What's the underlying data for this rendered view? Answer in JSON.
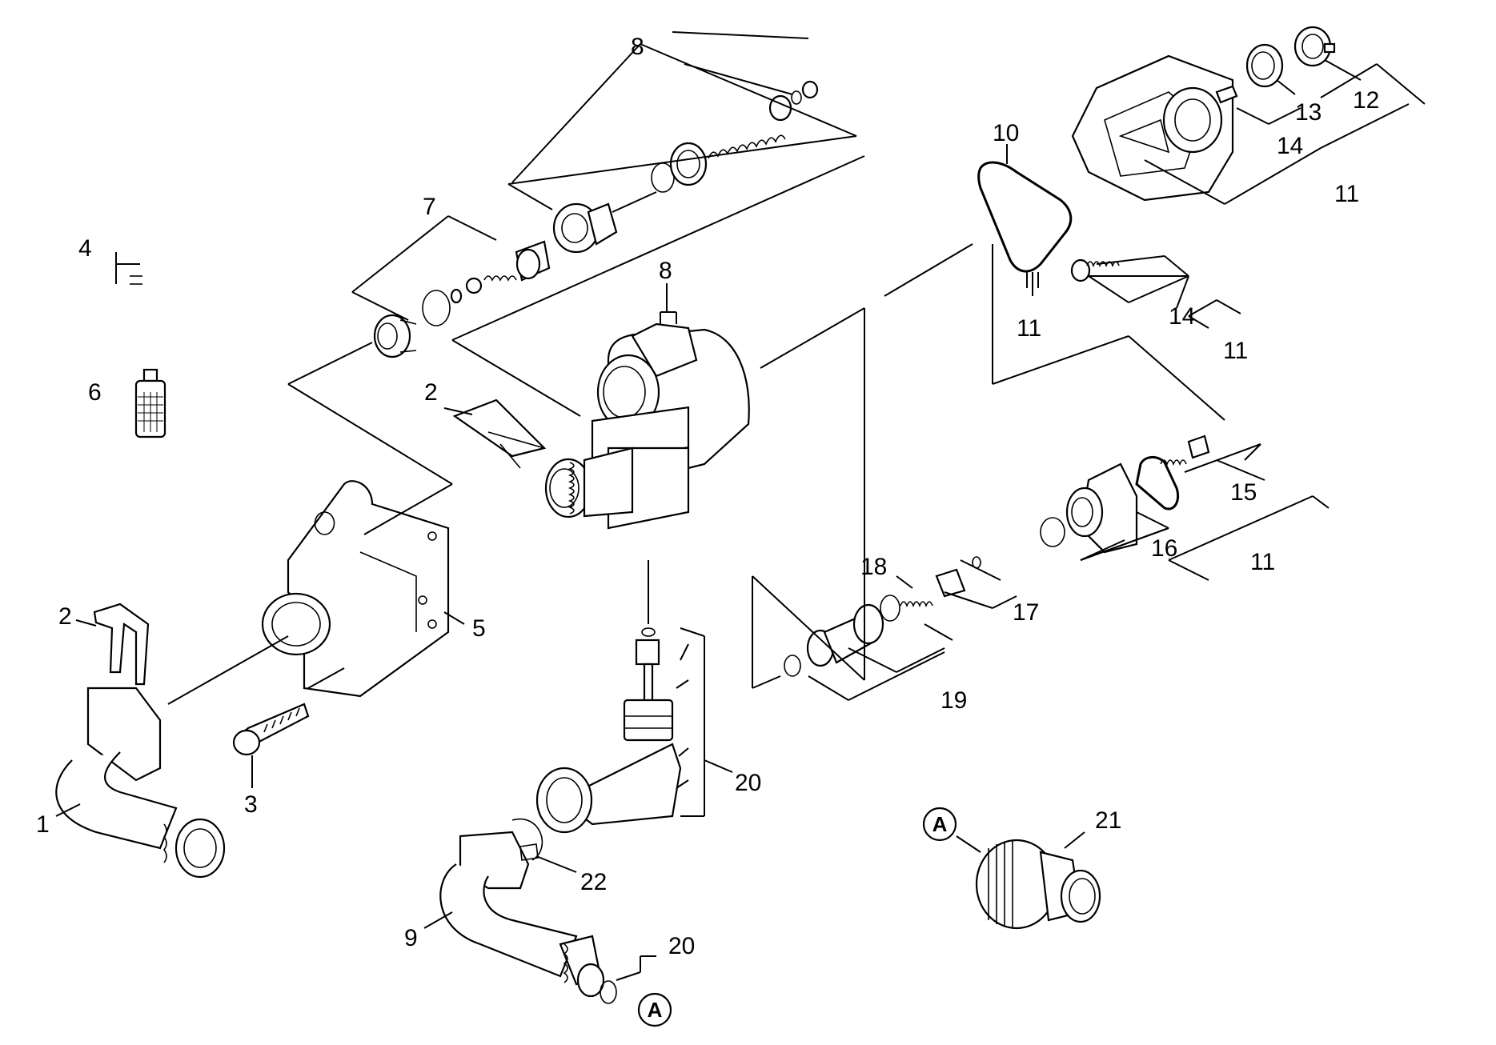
{
  "callouts": [
    {
      "id": "1",
      "text": "1"
    },
    {
      "id": "2a",
      "text": "2"
    },
    {
      "id": "2b",
      "text": "2"
    },
    {
      "id": "3",
      "text": "3"
    },
    {
      "id": "4",
      "text": "4"
    },
    {
      "id": "5",
      "text": "5"
    },
    {
      "id": "6",
      "text": "6"
    },
    {
      "id": "7",
      "text": "7"
    },
    {
      "id": "8a",
      "text": "8"
    },
    {
      "id": "8b",
      "text": "8"
    },
    {
      "id": "9",
      "text": "9"
    },
    {
      "id": "10",
      "text": "10"
    },
    {
      "id": "11a",
      "text": "11"
    },
    {
      "id": "11b",
      "text": "11"
    },
    {
      "id": "11c",
      "text": "11"
    },
    {
      "id": "11d",
      "text": "11"
    },
    {
      "id": "12",
      "text": "12"
    },
    {
      "id": "13",
      "text": "13"
    },
    {
      "id": "14a",
      "text": "14"
    },
    {
      "id": "14b",
      "text": "14"
    },
    {
      "id": "15",
      "text": "15"
    },
    {
      "id": "16",
      "text": "16"
    },
    {
      "id": "17",
      "text": "17"
    },
    {
      "id": "18",
      "text": "18"
    },
    {
      "id": "19",
      "text": "19"
    },
    {
      "id": "20a",
      "text": "20"
    },
    {
      "id": "20b",
      "text": "20"
    },
    {
      "id": "21",
      "text": "21"
    },
    {
      "id": "22",
      "text": "22"
    }
  ],
  "markers": {
    "connection_a1": "A",
    "connection_a2": "A"
  }
}
